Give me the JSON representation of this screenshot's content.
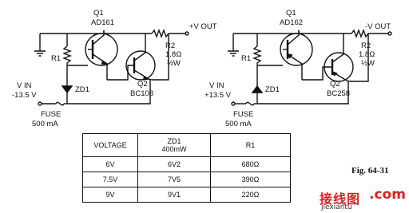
{
  "left_circuit": {
    "q1": "Q1",
    "q1_part": "AD161",
    "q2": "Q2",
    "q2_part": "BC108",
    "r1": "R1",
    "r2": "R2",
    "r2_value": "1.8Ω",
    "r2_watt": "½W",
    "output": "+V OUT",
    "zener": "ZD1",
    "vin": "V IN",
    "vin_value": "-13.5 V",
    "fuse": "FUSE",
    "fuse_value": "500 mA"
  },
  "right_circuit": {
    "q1": "Q1",
    "q1_part": "AD162",
    "q2": "Q2",
    "q2_part": "BC258",
    "r1": "R1",
    "r2": "R2",
    "r2_value": "1.8Ω",
    "r2_watt": "½W",
    "output": "-V OUT",
    "zener": "ZD1",
    "vin": "V IN",
    "vin_value": "+13.5 V",
    "fuse": "FUSE",
    "fuse_value": "500 mA"
  },
  "table": {
    "headers": [
      "VOLTAGE",
      "ZD1",
      "400mW",
      "R1"
    ],
    "rows": [
      [
        "6V",
        "6V2",
        "680Ω"
      ],
      [
        "7.5V",
        "7V5",
        "390Ω"
      ],
      [
        "9V",
        "9V1",
        "220Ω"
      ]
    ]
  },
  "figure_label": "Fig. 64-31",
  "watermark": {
    "site_cn": "接线图",
    "site_com": ".com",
    "url": "jiexiantu"
  }
}
